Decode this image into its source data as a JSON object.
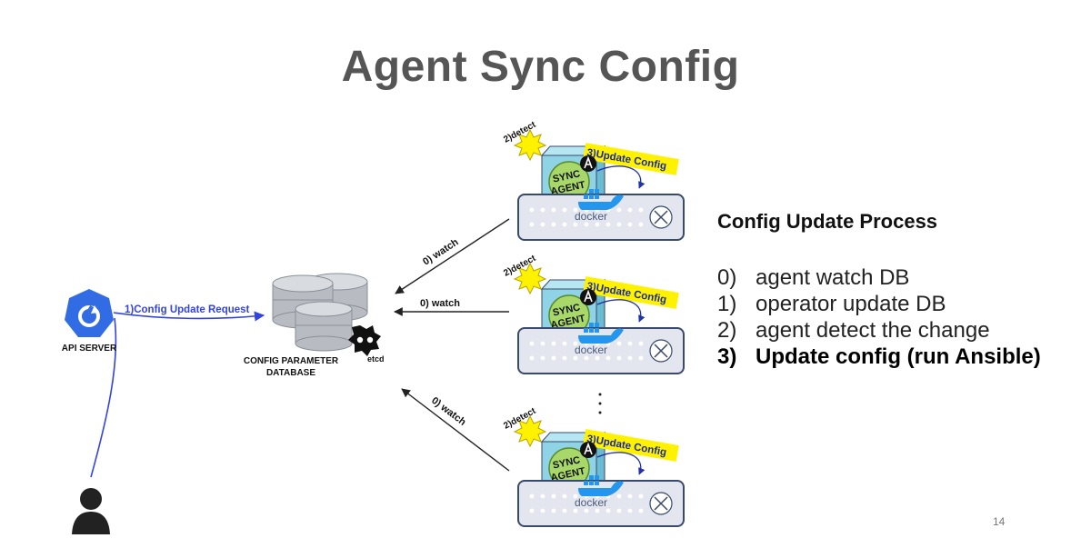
{
  "title": "Agent Sync Config",
  "api_server": {
    "label": "API SERVER",
    "request_label": "1)Config Update Request"
  },
  "database": {
    "label_line1": "CONFIG PARAMETER",
    "label_line2": "DATABASE",
    "etcd_label": "etcd"
  },
  "watch_label": "0) watch",
  "servers": [
    {
      "detect_label": "2)detect",
      "update_label": "3)Update Config",
      "agent_line1": "SYNC",
      "agent_line2": "AGENT",
      "docker_label": "docker"
    },
    {
      "detect_label": "2)detect",
      "update_label": "3)Update Config",
      "agent_line1": "SYNC",
      "agent_line2": "AGENT",
      "docker_label": "docker"
    },
    {
      "detect_label": "2)detect",
      "update_label": "3)Update Config",
      "agent_line1": "SYNC",
      "agent_line2": "AGENT",
      "docker_label": "docker"
    }
  ],
  "process": {
    "title": "Config Update Process",
    "steps": [
      {
        "num": "0)",
        "text": "agent watch DB"
      },
      {
        "num": "1)",
        "text": "operator update DB"
      },
      {
        "num": "2)",
        "text": "agent detect the change"
      },
      {
        "num": "3)",
        "text": "Update config (run Ansible)"
      }
    ]
  },
  "page_number": "14",
  "colors": {
    "title": "#555555",
    "request_line": "#3344dd",
    "kube_blue": "#326ce5",
    "highlight_yellow": "#fff200",
    "server_body": "#e3e6ee",
    "server_border": "#3a4a6a",
    "sync_box": "#8fd4e6",
    "sync_circle": "#a8d86a"
  },
  "icons": [
    "kubernetes-icon",
    "user-icon",
    "database-icon",
    "etcd-icon",
    "ansible-icon",
    "docker-whale-icon",
    "starburst-icon",
    "network-switch-icon"
  ]
}
